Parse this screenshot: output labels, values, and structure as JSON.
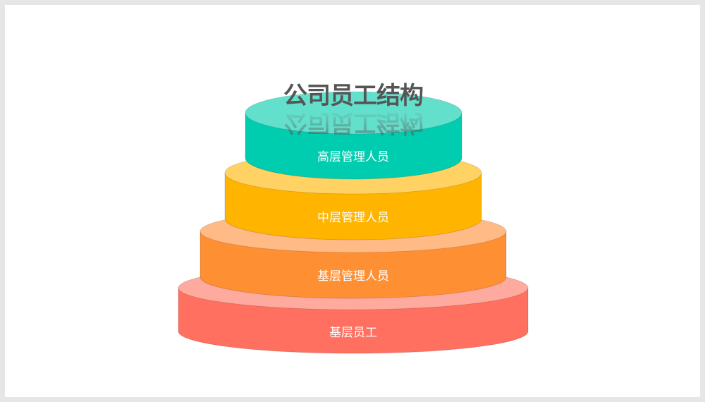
{
  "title": "公司员工结构",
  "tiers": [
    {
      "label": "高层管理人员",
      "side_color": "#00cdb0",
      "top_color": "#63e0cc"
    },
    {
      "label": "中层管理人员",
      "side_color": "#ffb400",
      "top_color": "#ffd263"
    },
    {
      "label": "基层管理人员",
      "side_color": "#ff8f33",
      "top_color": "#ffba85"
    },
    {
      "label": "基层员工",
      "side_color": "#ff7060",
      "top_color": "#ffaa9e"
    }
  ]
}
